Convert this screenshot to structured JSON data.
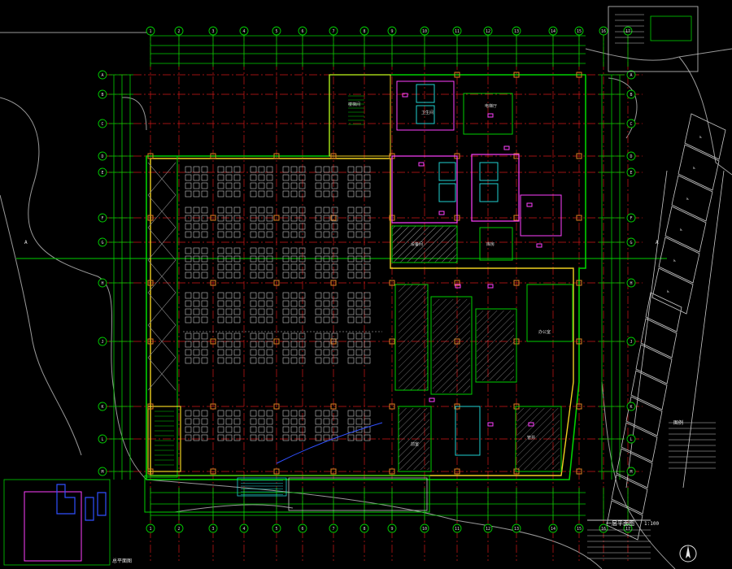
{
  "drawing": {
    "background": "#000000",
    "colors": {
      "axis": "#d01818",
      "wall": "#00d000",
      "outline": "#f0d020",
      "core": "#ff40ff",
      "fixture": "#c8c8c8",
      "site": "#9a9a9a",
      "blue": "#3050ff",
      "cyan": "#20d0d0",
      "hatch": "#888888"
    },
    "grid_columns": [
      "1",
      "2",
      "3",
      "4",
      "5",
      "6",
      "7",
      "8",
      "9",
      "10",
      "11",
      "12",
      "13",
      "14",
      "15",
      "16",
      "17"
    ],
    "grid_rows": [
      "A",
      "B",
      "C",
      "D",
      "E",
      "F",
      "G",
      "H",
      "J",
      "K",
      "L",
      "M"
    ],
    "axis_side_tags": {
      "left": "A",
      "right": "A"
    },
    "scale_label": "1:100",
    "title_label": "一层平面图",
    "site_label": "总平面图",
    "legend_title": "图例",
    "room_labels": [
      "楼梯间",
      "电梯厅",
      "设备间",
      "卫生间",
      "库房",
      "办公室",
      "前室",
      "管井"
    ],
    "icons": [
      "north-arrow-icon",
      "accessible-parking-icon"
    ]
  }
}
